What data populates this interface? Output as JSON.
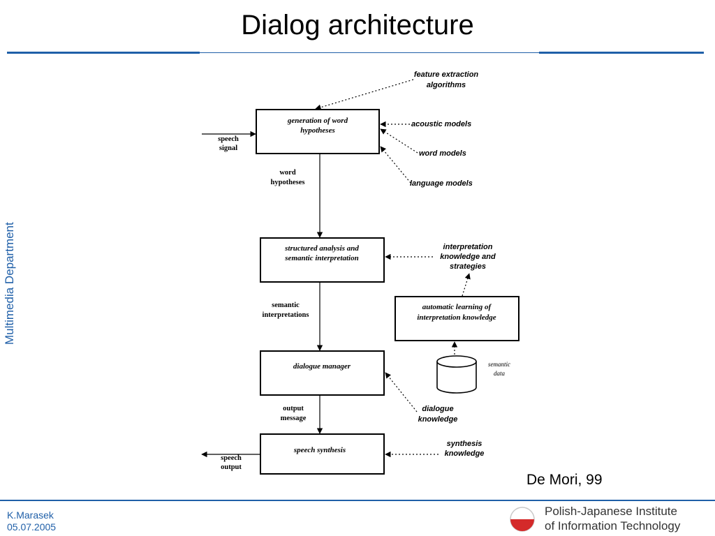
{
  "slide": {
    "title": "Dialog architecture",
    "side_label": "Multimedia Department",
    "credit": "De Mori, 99",
    "footer": {
      "author": "K.Marasek",
      "date": "05.07.2005",
      "institute_line1": "Polish-Japanese Institute",
      "institute_line2": "of Information Technology"
    },
    "colors": {
      "accent": "#1f5fa8",
      "logo_red": "#d42a2a"
    }
  },
  "diagram": {
    "boxes": {
      "generation": [
        "generation of word",
        "hypotheses"
      ],
      "structured": [
        "structured analysis and",
        "semantic interpretation"
      ],
      "dialogue_manager": "dialogue manager",
      "synthesis": "speech synthesis",
      "learning": [
        "automatic learning of",
        "interpretation knowledge"
      ]
    },
    "flow_labels": {
      "speech_signal": [
        "speech",
        "signal"
      ],
      "word_hypotheses": [
        "word",
        "hypotheses"
      ],
      "semantic_interpretations": [
        "semantic",
        "interpretations"
      ],
      "output_message": [
        "output",
        "message"
      ],
      "speech_output": [
        "speech",
        "output"
      ]
    },
    "knowledge_sources": {
      "feature_extraction": [
        "feature extraction",
        "algorithms"
      ],
      "acoustic_models": "acoustic models",
      "word_models": "word models",
      "language_models": "language models",
      "interpretation_knowledge": [
        "interpretation",
        "knowledge and",
        "strategies"
      ],
      "dialogue_knowledge": [
        "dialogue",
        "knowledge"
      ],
      "synthesis_knowledge": [
        "synthesis",
        "knowledge"
      ]
    },
    "semantic_data": [
      "semantic",
      "data"
    ]
  }
}
